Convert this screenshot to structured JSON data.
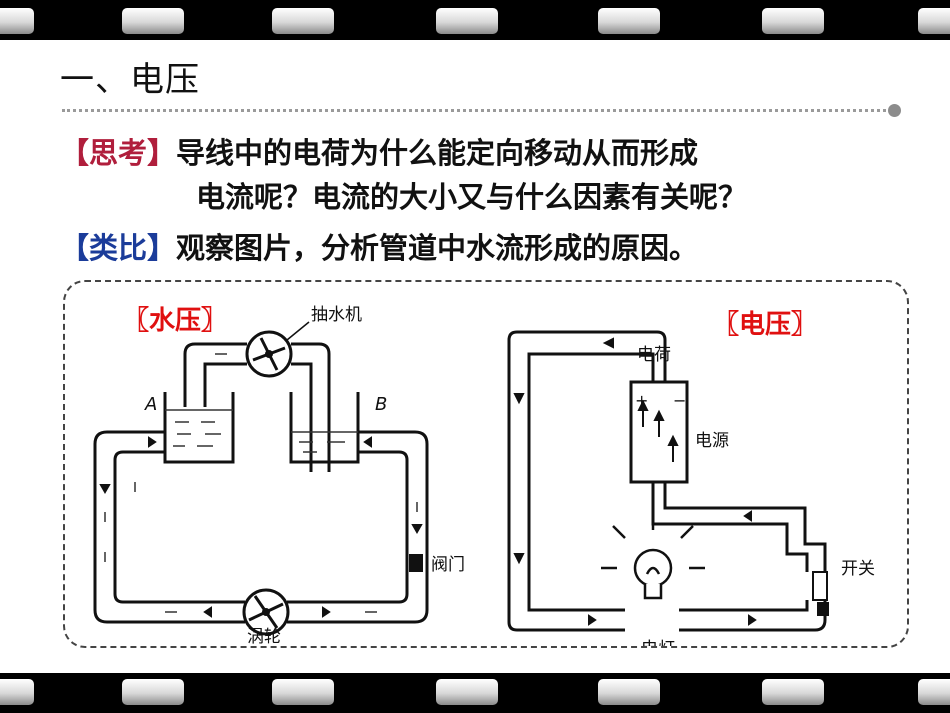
{
  "title": "一、电压",
  "think": {
    "tag": "【思考】",
    "line1": "导线中的电荷为什么能定向移动从而形成",
    "line2": "电流呢？电流的大小又与什么因素有关呢？"
  },
  "analogy": {
    "tag": "【类比】",
    "text": "观察图片，分析管道中水流形成的原因。"
  },
  "diagram": {
    "water_label": "〖水压〗",
    "voltage_label": "〖电压〗",
    "pump": "抽水机",
    "turbine": "涡轮",
    "valve": "阀门",
    "tank_a": "A",
    "tank_b": "B",
    "charge": "电荷",
    "power": "电源",
    "switch": "开关",
    "lamp": "电灯",
    "plus": "+",
    "minus": "−"
  },
  "colors": {
    "think_tag": "#b01e3c",
    "analogy_tag": "#1b3c9a",
    "label_red": "#e01010"
  }
}
